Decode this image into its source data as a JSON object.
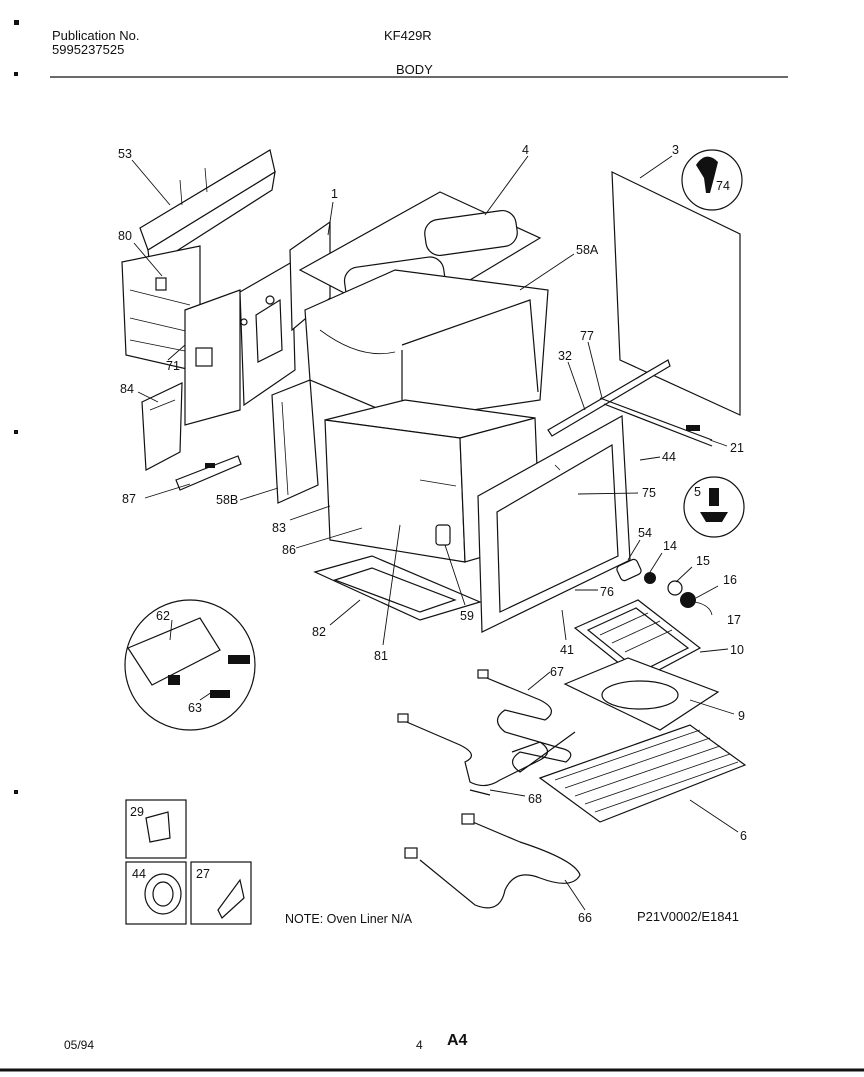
{
  "header": {
    "publication_label": "Publication No.",
    "publication_number": "5995237525",
    "model": "KF429R",
    "section": "BODY"
  },
  "callouts": [
    "53",
    "1",
    "4",
    "3",
    "74",
    "80",
    "58A",
    "77",
    "32",
    "71",
    "84",
    "21",
    "44",
    "75",
    "5",
    "87",
    "58B",
    "83",
    "86",
    "54",
    "14",
    "15",
    "16",
    "17",
    "62",
    "82",
    "59",
    "76",
    "81",
    "41",
    "10",
    "67",
    "9",
    "63",
    "68",
    "6",
    "29",
    "44",
    "27",
    "66"
  ],
  "note": "NOTE: Oven Liner N/A",
  "drawing_code": "P21V0002/E1841",
  "footer": {
    "date": "05/94",
    "page": "4",
    "sheet": "A4"
  }
}
